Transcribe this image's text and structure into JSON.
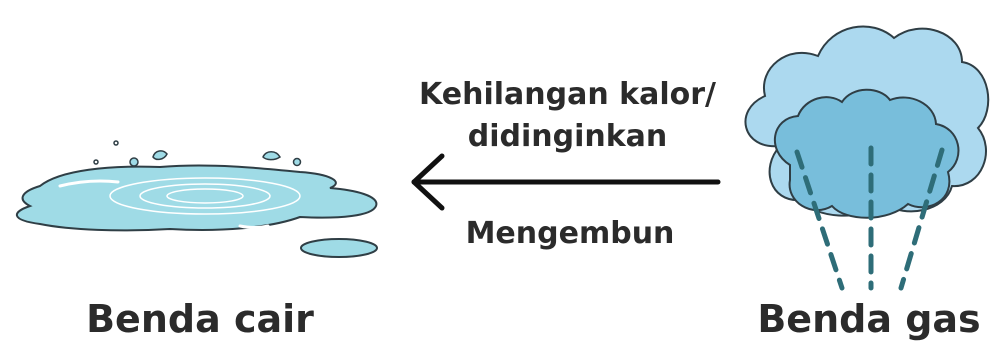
{
  "diagram": {
    "process_line1": "Kehilangan kalor/",
    "process_line2": "didinginkan",
    "process_name": "Mengembun",
    "liquid_label": "Benda cair",
    "gas_label": "Benda gas"
  },
  "colors": {
    "text": "#2b2b2b",
    "arrow": "#111111",
    "water_fill": "#9fdbe6",
    "water_outline": "#2f3e45",
    "cloud_back": "#acd9ef",
    "cloud_front": "#78bedb",
    "rain": "#2e6d78"
  }
}
